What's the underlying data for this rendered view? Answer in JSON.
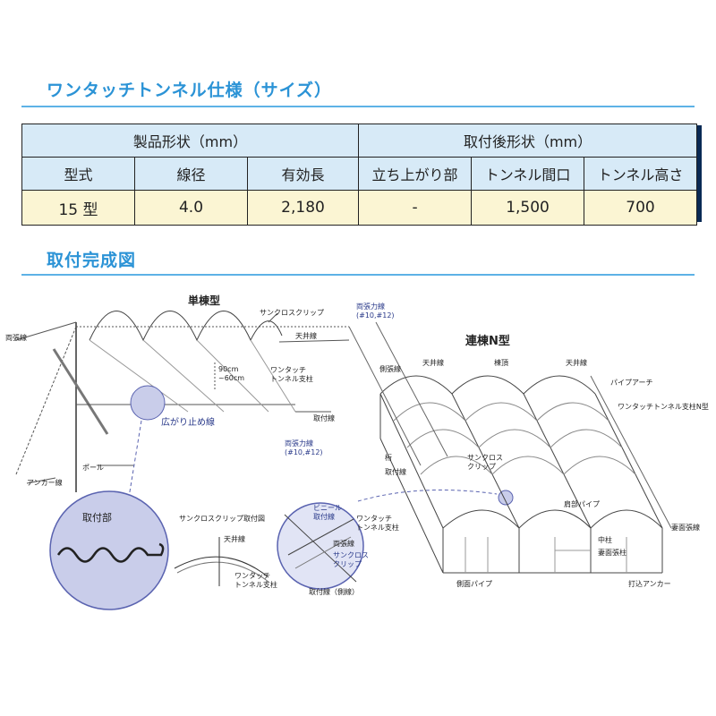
{
  "heading_spec": "ワンタッチトンネル仕様（サイズ）",
  "table": {
    "group_product": "製品形状（mm）",
    "group_installed": "取付後形状（mm）",
    "columns": [
      "型式",
      "線径",
      "有効長",
      "立ち上がり部",
      "トンネル間口",
      "トンネル高さ"
    ],
    "row": [
      "15 型",
      "4.0",
      "2,180",
      "-",
      "1,500",
      "700"
    ]
  },
  "heading_diagram": "取付完成図",
  "diagram": {
    "single_title": "単棟型",
    "multi_title": "連棟N型",
    "labels": {
      "sunclos_clip": "サンクロスクリップ",
      "ceiling_wire": "天井線",
      "tension_wire_top": "両張力線",
      "tension_spec_top": "(#10,#12)",
      "tension_wire_bottom": "両張力線",
      "tension_spec_bottom": "(#10,#12)",
      "side_wire_left": "両張線",
      "spacing_1": "90cm",
      "spacing_2": "~60cm",
      "one_touch_1": "ワンタッチ",
      "one_touch_2": "トンネル支柱",
      "spread_stop_wire": "広がり止め線",
      "anchor_wire": "アンカー線",
      "pole": "ポール",
      "attach_wire": "取付線",
      "ceiling_wire_n1": "天井線",
      "ceiling_wire_n2": "天井線",
      "ridge": "棟頂",
      "side_wire_n": "側張線",
      "pipe_arch": "パイプアーチ",
      "one_touch_n": "ワンタッチトンネル支柱N型",
      "girder": "桁",
      "attach_wire_n": "取付線",
      "sunclos_n1": "サンクロス",
      "sunclos_n2": "クリップ",
      "shoulder_pipe": "肩部パイプ",
      "end_wire": "妻面張線",
      "middle_pillar": "中柱",
      "gable_pillar": "妻面張柱",
      "base_pipe": "側面パイプ",
      "stake_anchor": "打込アンカー",
      "zoom_attach": "取付部",
      "clip_install": "サンクロスクリップ取付図",
      "clip_ceiling": "天井線",
      "clip_one_touch_1": "ワンタッチ",
      "clip_one_touch_2": "トンネル支柱",
      "zoom2_vinyl_1": "ビニール",
      "zoom2_vinyl_2": "取付線",
      "zoom2_one_touch_1": "ワンタッチ",
      "zoom2_one_touch_2": "トンネル支柱",
      "zoom2_tension": "両張線",
      "zoom2_sunclos_1": "サンクロス",
      "zoom2_sunclos_2": "クリップ",
      "zoom2_attach_side": "取付線（側線）"
    }
  },
  "colors": {
    "accent": "#2b93d6",
    "rule": "#5db2e6",
    "table_header_bg": "#d7eaf7",
    "table_value_bg": "#fbf5d3",
    "zoom_fill": "#c9cdea",
    "zoom_stroke": "#5a63b0"
  }
}
